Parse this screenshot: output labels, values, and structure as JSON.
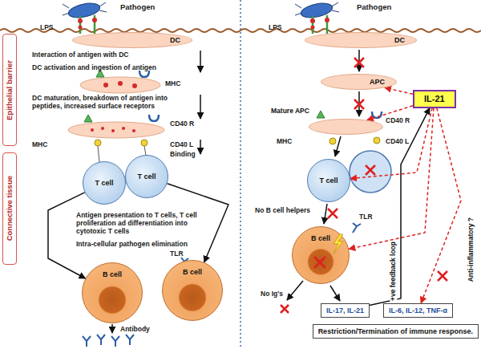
{
  "diagram": {
    "nodes": [
      {
        "text": [
          "Epithelial barrier"
        ]
      },
      {
        "text": [
          "Connective tissue"
        ]
      },
      {
        "text": [
          "DC"
        ]
      },
      {
        "text": [
          "T cell"
        ]
      },
      {
        "text": [
          "T cell"
        ]
      },
      {
        "text": [
          "B cell"
        ]
      },
      {
        "text": [
          "B cell"
        ]
      },
      {
        "text": [
          "DC"
        ]
      },
      {
        "text": [
          "APC"
        ]
      },
      {
        "text": [
          "Mature APC"
        ]
      },
      {
        "text": [
          "T cell"
        ]
      },
      {
        "text": [
          "B cell"
        ]
      },
      {
        "text": [
          "IL-21"
        ]
      },
      {
        "text": [
          "IL-17, IL-21"
        ]
      },
      {
        "text": [
          "IL-6, IL-12, TNF-α"
        ]
      },
      {
        "text": [
          "Restriction/Termination of immune response."
        ]
      }
    ],
    "edges": [
      {
        "from": 3,
        "to": 5,
        "arrow": "to"
      },
      {
        "from": 4,
        "to": 6,
        "arrow": "to"
      },
      {
        "from": 12,
        "to": 8,
        "arrow": "to"
      },
      {
        "from": 12,
        "to": 9,
        "arrow": "to"
      },
      {
        "from": 12,
        "to": 10,
        "arrow": "to"
      },
      {
        "from": 12,
        "to": 11,
        "arrow": "to"
      },
      {
        "from": 13,
        "to": 12,
        "label": "+ve feedback loop",
        "arrow": "to"
      },
      {
        "from": 12,
        "to": 14,
        "label": "Anti-inflammatory ?",
        "arrow": "to"
      }
    ],
    "labels": [
      "Pathogen",
      "LPS",
      "Interaction of antigen with DC",
      "DC activation and ingestion of antigen",
      "MHC",
      "DC maturation, breakdown of antigen into peptides, increased surface receptors",
      "MHC",
      "CD40 R",
      "CD40 L",
      "Binding",
      "TLR",
      "Antigen presentation to T cells, T cell proliferation ad differentiation into cytotoxic T cells",
      "Intra-cellular pathogen elimination",
      "Antibody",
      "Pathogen",
      "LPS",
      "MHC",
      "CD40 R",
      "CD40 L",
      "No B cell helpers",
      "TLR",
      "No Ig's"
    ]
  }
}
